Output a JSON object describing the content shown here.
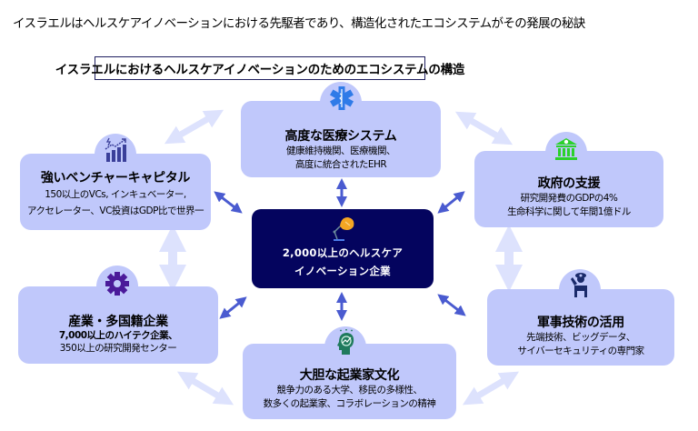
{
  "headline": "イスラエルはヘルスケアイノベーションにおける先駆者であり、構造化されたエコシステムがその発展の秘訣",
  "subtitle": "イスラエルにおけるヘルスケアイノベーションのためのエコシステムの構造",
  "center": {
    "icon": "desk-lamp-icon",
    "line1": "2,000以上のヘルスケア",
    "line2": "イノベーション企業"
  },
  "pillars": {
    "medical": {
      "icon": "star-of-life-icon",
      "title": "高度な医療システム",
      "line1": "健康維持機関、医療機関、",
      "line2": "高度に統合されたEHR"
    },
    "venture": {
      "icon": "growth-chart-icon",
      "title": "強いベンチャーキャピタル",
      "line1": "150以上のVCs, インキュベーター,",
      "line2": "アクセレーター、VC投資はGDP比で世界一"
    },
    "government": {
      "icon": "government-bank-icon",
      "title": "政府の支援",
      "line1": "研究開発費のGDPの4%",
      "line2": "生命科学に関して年間1億ドル"
    },
    "industry": {
      "icon": "gear-icon",
      "title": "産業・多国籍企業",
      "line1": "7,000以上のハイテク企業、",
      "line2": "350以上の研究開発センター"
    },
    "military": {
      "icon": "soldier-icon",
      "title": "軍事技術の活用",
      "line1": "先端技術、ビッグデータ、",
      "line2": "サイバーセキュリティの専門家"
    },
    "culture": {
      "icon": "entrepreneur-mind-icon",
      "title": "大胆な起業家文化",
      "line1": "競争力のある大学、移民の多様性、",
      "line2": "数多くの起業家、コラボレーションの精神"
    }
  },
  "colors": {
    "box": "#c0c8fb",
    "center": "#04045e",
    "arrow_dark": "#4a5bd0",
    "arrow_light": "#dde2fd",
    "icon_blue": "#2f7be8",
    "icon_navy": "#3a3f9a",
    "icon_green": "#2bd12b",
    "icon_purple": "#4b1a9a",
    "icon_teal": "#1f7a5c",
    "icon_orange": "#f5a623"
  }
}
